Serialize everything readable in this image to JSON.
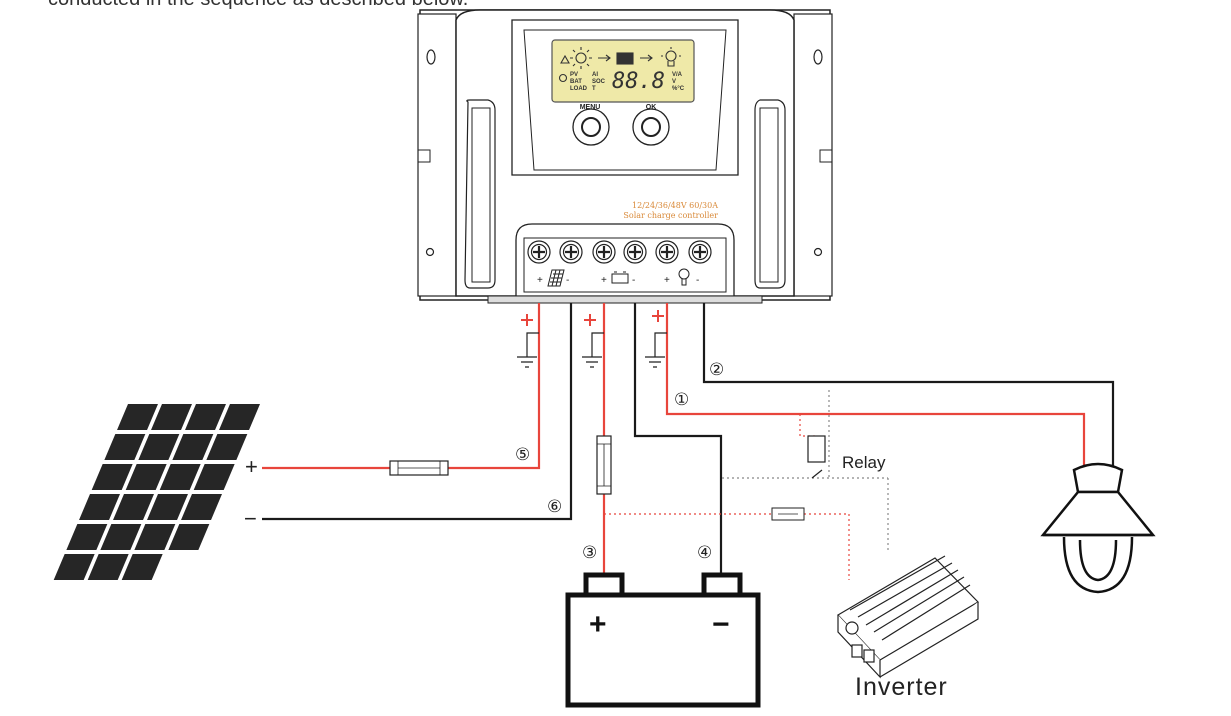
{
  "intro_text": "conducted in the sequence as described below.",
  "controller": {
    "menu_label": "MENU",
    "ok_label": "OK",
    "spec_text": "12/24/36/48V  60/30A",
    "product_text": "Solar charge controller",
    "lcd_digits": "88.8",
    "lcd_left_labels": [
      "PV",
      "BAT",
      "LOAD"
    ],
    "lcd_mid_labels": [
      "AI",
      "SOC",
      "T"
    ],
    "lcd_right_labels": [
      "V/A",
      "V",
      "%°C"
    ],
    "terminal_plus": "+",
    "terminal_minus": "-"
  },
  "wire_numbers": [
    "①",
    "②",
    "③",
    "④",
    "⑤",
    "⑥"
  ],
  "panel_plus": "+",
  "panel_minus": "−",
  "battery_plus": "+",
  "battery_minus": "−",
  "relay_label": "Relay",
  "inverter_label": "Inverter",
  "colors": {
    "positive_wire": "#e8453c",
    "negative_wire": "#1a1a1a",
    "lcd_screen": "#efe9a8",
    "spec_text": "#d98a3a",
    "dotted_line": "#888888"
  }
}
